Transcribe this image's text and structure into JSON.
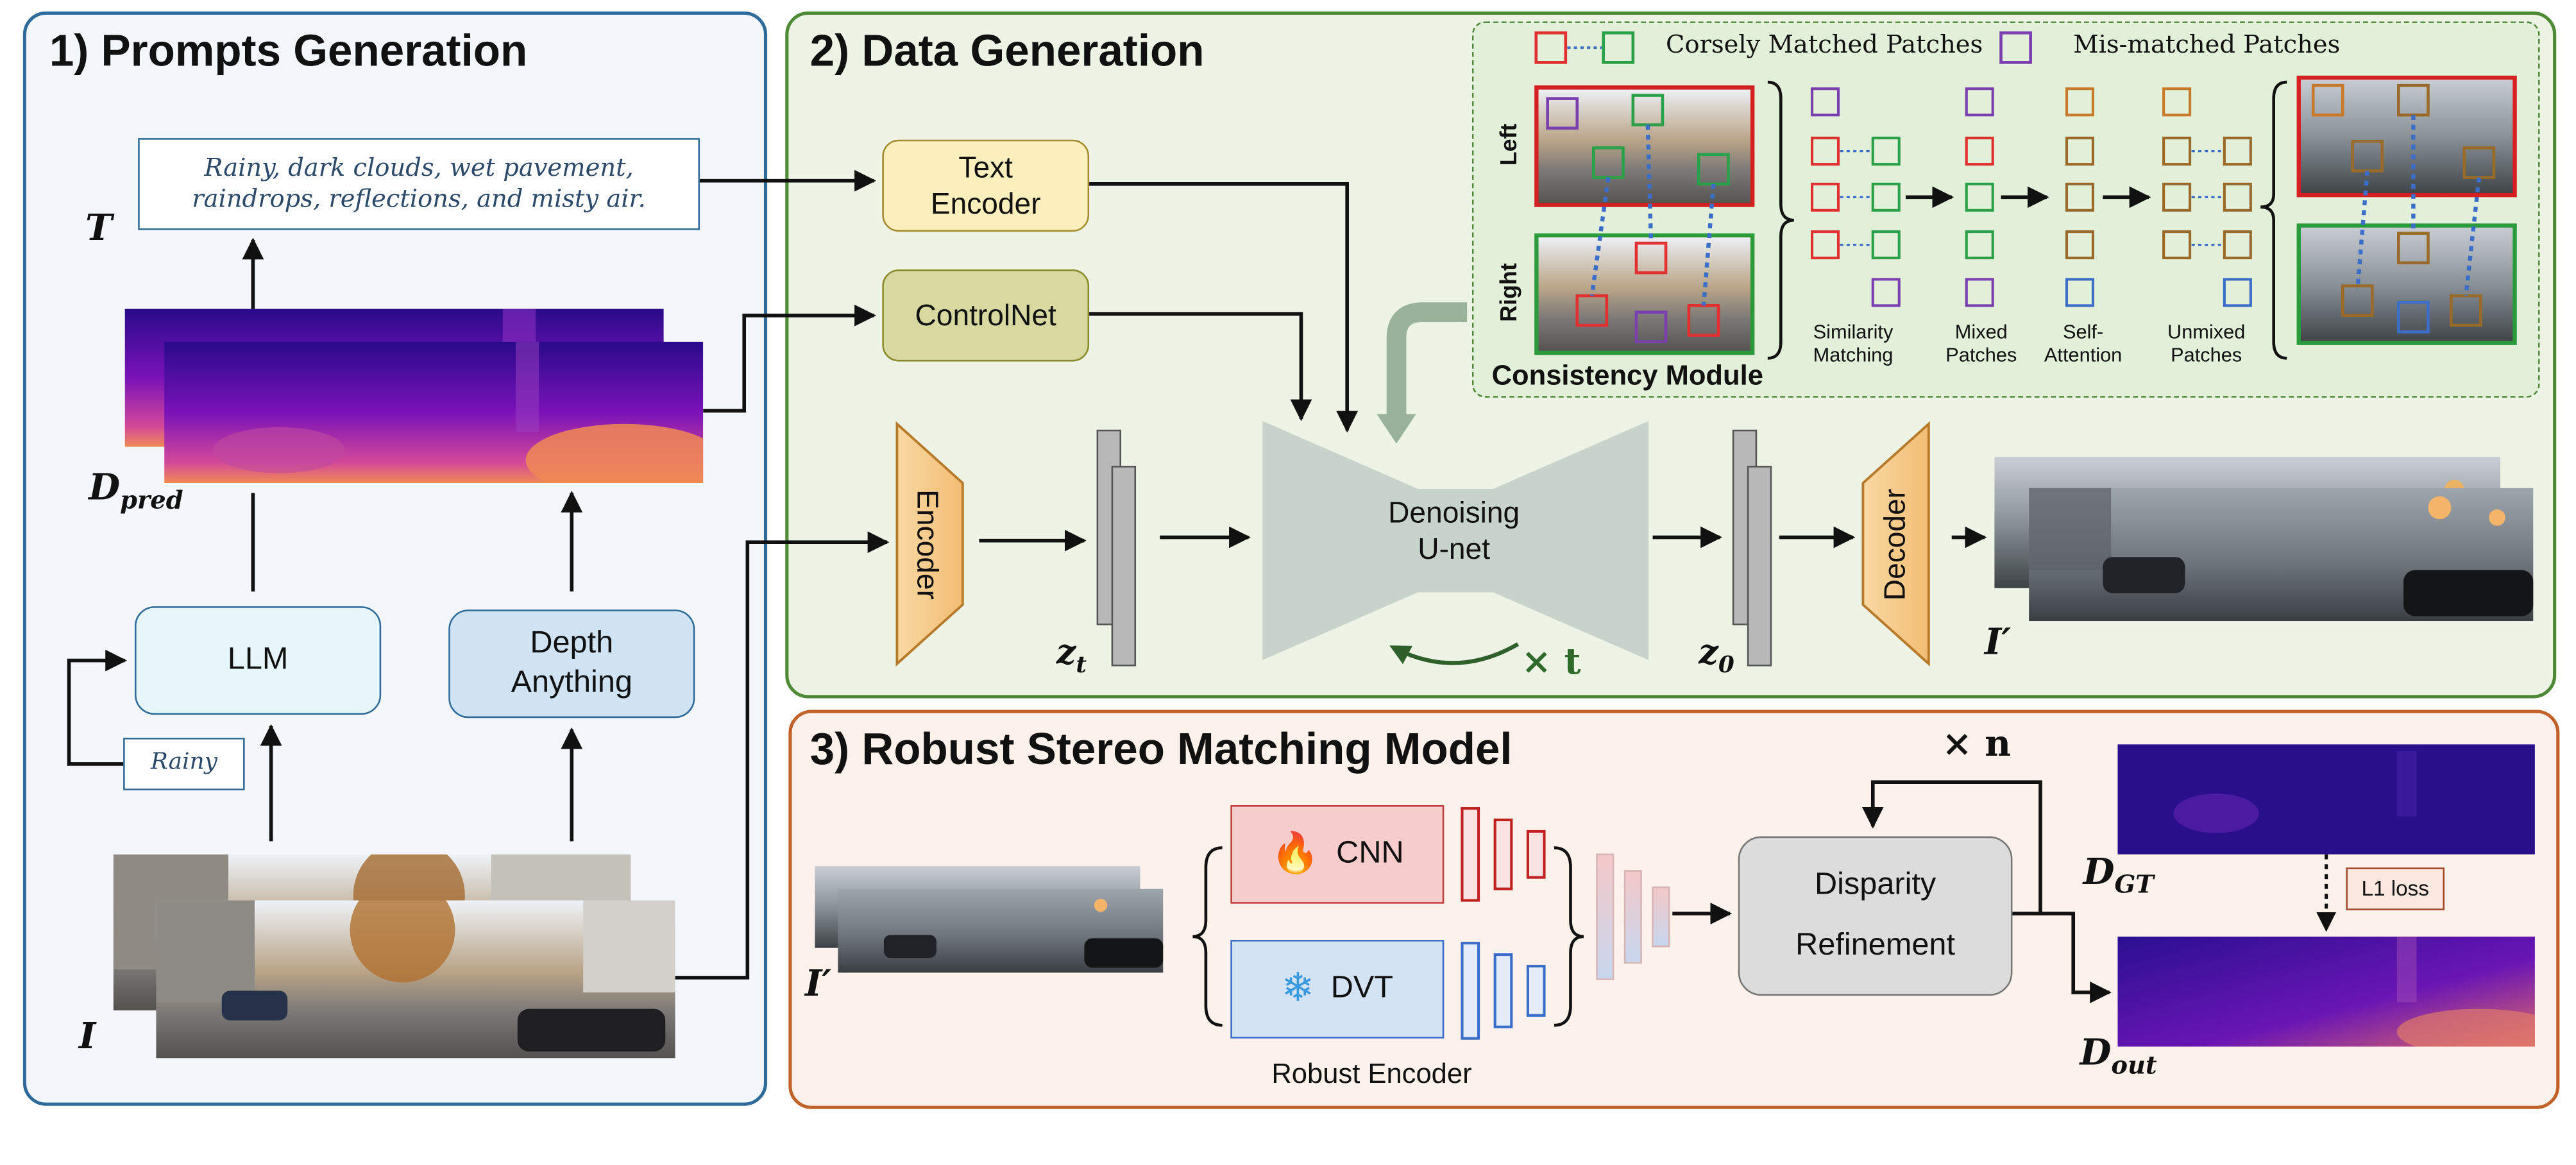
{
  "sections": {
    "prompts": {
      "title": "1) Prompts Generation"
    },
    "data_gen": {
      "title": "2) Data Generation"
    },
    "stereo": {
      "title": "3) Robust Stereo Matching Model"
    }
  },
  "prompt_text": {
    "line1": "Rainy, dark clouds, wet pavement,",
    "line2": "raindrops, reflections, and misty air."
  },
  "modules": {
    "llm": "LLM",
    "depth_line1": "Depth",
    "depth_line2": "Anything",
    "rainy_tag": "Rainy",
    "text_encoder_line1": "Text",
    "text_encoder_line2": "Encoder",
    "controlnet": "ControlNet",
    "encoder": "Encoder",
    "unet_line1": "Denoising",
    "unet_line2": "U-net",
    "decoder": "Decoder",
    "cnn": "CNN",
    "dvt": "DVT",
    "robust_encoder": "Robust Encoder",
    "refine_line1": "Disparity",
    "refine_line2": "Refinement",
    "l1_loss": "L1 loss"
  },
  "math_labels": {
    "T": "T",
    "D": "D",
    "D_sub": "pred",
    "I": "I",
    "z": "z",
    "zt_sub": "t",
    "z0_sub": "0",
    "I_prime": "I′",
    "times_t": "× t",
    "times_n": "× n",
    "D_gt_sub": "GT",
    "D_out_sub": "out"
  },
  "consistency": {
    "title": "Consistency Module",
    "legend_matched": "Corsely Matched Patches",
    "legend_mismatched": "Mis-matched Patches",
    "left": "Left",
    "right": "Right",
    "steps": [
      {
        "line1": "Similarity",
        "line2": "Matching"
      },
      {
        "line1": "Mixed",
        "line2": "Patches"
      },
      {
        "line1": "Self-",
        "line2": "Attention"
      },
      {
        "line1": "Unmixed",
        "line2": "Patches"
      }
    ]
  },
  "colors": {
    "prompts_bg": "#f3f7fc",
    "prompts_border": "#2f6b9a",
    "datagen_bg": "#edf4e6",
    "datagen_border": "#4e8a35",
    "stereo_bg": "#fcf1eb",
    "stereo_border": "#c0622a",
    "patch_red": "#e03030",
    "patch_green": "#2aa048",
    "patch_purple": "#7b3fb0",
    "patch_orange": "#c87a2a",
    "patch_blue": "#3a6ec8"
  },
  "icons": {
    "fire": "fire-icon",
    "snowflake": "snowflake-icon"
  }
}
